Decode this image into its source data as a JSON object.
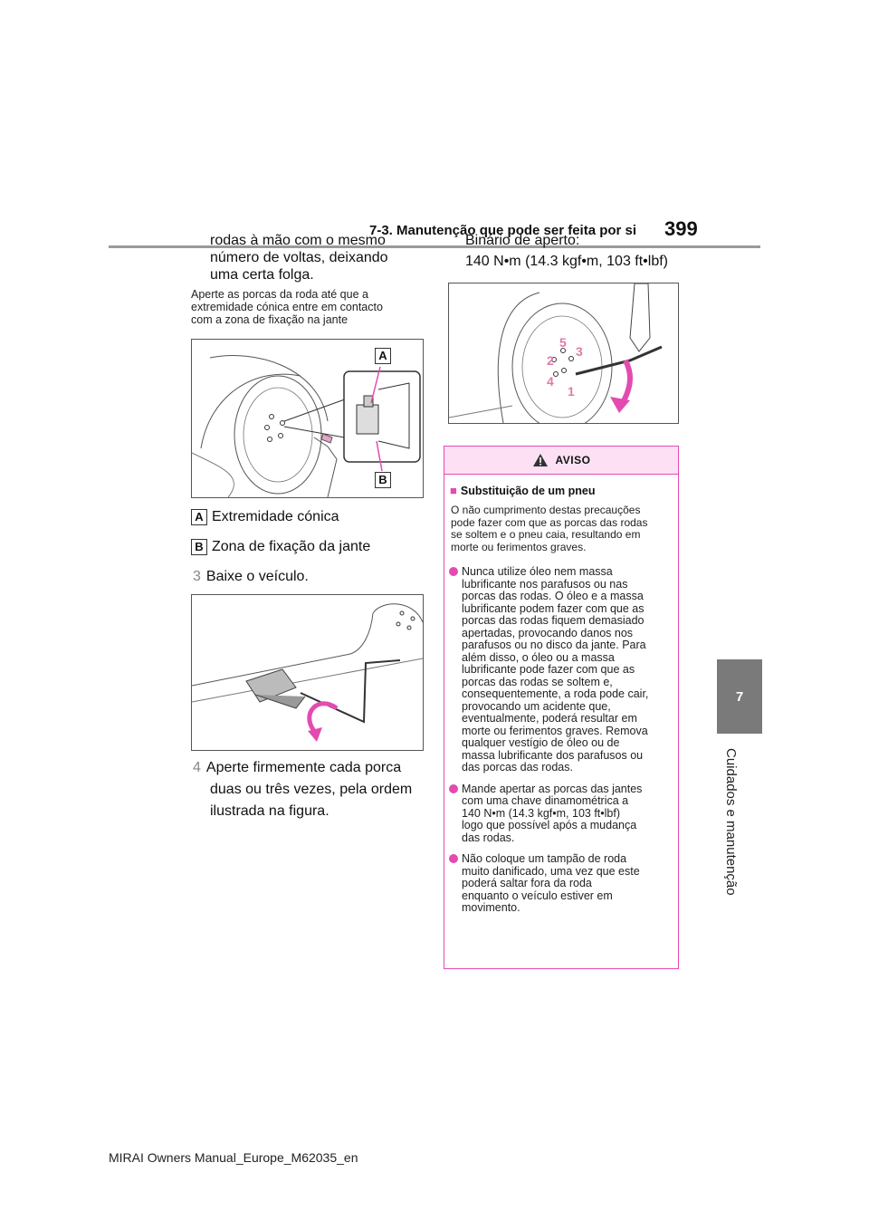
{
  "header": {
    "section_title": "7-3. Manutenção que pode ser feita por si",
    "page_number": "399"
  },
  "side_tab": {
    "chapter_number": "7",
    "chapter_title": "Cuidados e manutenção"
  },
  "left_column": {
    "continued_text_lines": [
      "rodas à mão com o mesmo",
      "número de voltas, deixando",
      "uma certa folga."
    ],
    "caption_lines": [
      "Aperte as porcas da roda até que a",
      "extremidade cónica entre em contacto",
      "com a zona de fixação na jante"
    ],
    "figure1_labels": {
      "a": "A",
      "b": "B"
    },
    "legend": [
      {
        "marker": "A",
        "text": "Extremidade cónica"
      },
      {
        "marker": "B",
        "text": "Zona de fixação da jante"
      }
    ],
    "step3": {
      "number": "3",
      "text": "Baixe o veículo."
    },
    "step4": {
      "number": "4",
      "lines": [
        "Aperte firmemente cada porca",
        "duas ou três vezes, pela ordem",
        "ilustrada na figura."
      ]
    }
  },
  "right_column": {
    "torque_label": "Binário de aperto:",
    "torque_value": "140 N•m (14.3 kgf•m, 103 ft•lbf)",
    "figure3_order": [
      "1",
      "2",
      "3",
      "4",
      "5"
    ],
    "warning": {
      "heading": "AVISO",
      "title": "Substituição de um pneu",
      "intro_lines": [
        "O não cumprimento destas precauções",
        "pode fazer com que as porcas das rodas",
        "se soltem e o pneu caia, resultando em",
        "morte ou ferimentos graves."
      ],
      "bullets": [
        [
          "Nunca utilize óleo nem massa",
          "lubrificante nos parafusos ou nas",
          "porcas das rodas. O óleo e a massa",
          "lubrificante podem fazer com que as",
          "porcas das rodas fiquem demasiado",
          "apertadas, provocando danos nos",
          "parafusos ou no disco da jante. Para",
          "além disso, o óleo ou a massa",
          "lubrificante pode fazer com que as",
          "porcas das rodas se soltem e,",
          "consequentemente, a roda pode cair,",
          "provocando um acidente que,",
          "eventualmente, poderá resultar em",
          "morte ou ferimentos graves. Remova",
          "qualquer vestígio de óleo ou de",
          "massa lubrificante dos parafusos ou",
          "das porcas das rodas."
        ],
        [
          "Mande apertar as porcas das jantes",
          "com uma chave dinamométrica a",
          "140 N•m (14.3 kgf•m, 103 ft•lbf)",
          "logo que possível após a mudança",
          "das rodas."
        ],
        [
          "Não coloque um tampão de roda",
          "muito danificado, uma vez que este",
          "poderá saltar fora da roda",
          "enquanto o veículo estiver em",
          "movimento."
        ]
      ]
    }
  },
  "footer": {
    "text": "MIRAI Owners Manual_Europe_M62035_en"
  },
  "colors": {
    "accent": "#e34bb1",
    "warning_fill": "#fde0f4",
    "tab_gray": "#7a7a7a"
  }
}
